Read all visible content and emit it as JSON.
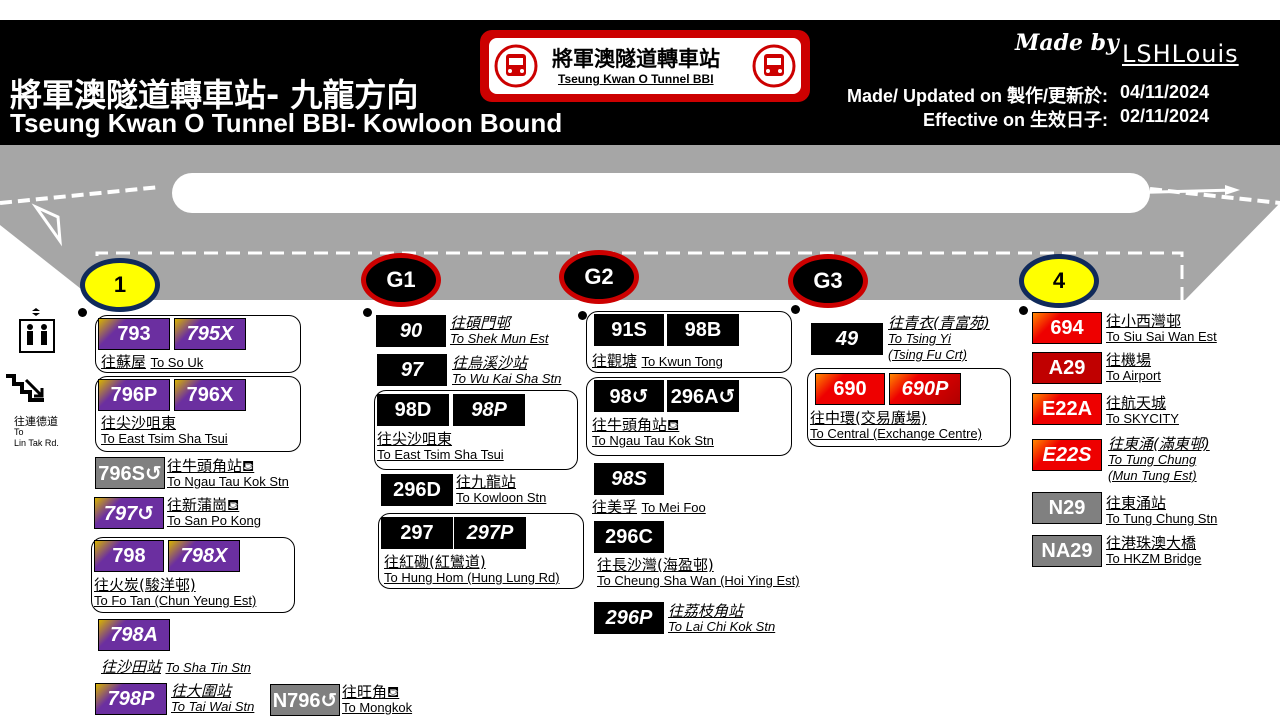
{
  "header": {
    "title_zh": "將軍澳隧道轉車站- 九龍方向",
    "title_en": "Tseung Kwan O Tunnel BBI- Kowloon Bound",
    "logo_zh": "將軍澳隧道轉車站",
    "logo_en": "Tseung Kwan O Tunnel BBI",
    "made_by": "Made by",
    "author": "LSHLouis",
    "made_label": "Made/ Updated on 製作/更新於:",
    "made_date": "04/11/2024",
    "effective_label": "Effective on 生效日子:",
    "effective_date": "02/11/2024"
  },
  "side": {
    "zh": "往連德道",
    "en1": "To",
    "en2": "Lin Tak Rd."
  },
  "stops": {
    "s1": "1",
    "g1": "G1",
    "g2": "G2",
    "g3": "G3",
    "s4": "4"
  },
  "col1": {
    "g1": {
      "r1": "793",
      "r2": "795X",
      "zh": "往蘇屋",
      "en": "To So Uk"
    },
    "g2": {
      "r1": "796P",
      "r2": "796X",
      "zh": "往尖沙咀東",
      "en": "To East Tsim Sha Tsui"
    },
    "r796s": {
      "route": "796S↺",
      "zh": "往牛頭角站⛾",
      "en": "To Ngau Tau Kok Stn"
    },
    "r797": {
      "route": "797↺",
      "zh": "往新蒲崗⛾",
      "en": "To San Po Kong"
    },
    "g3": {
      "r1": "798",
      "r2": "798X",
      "zh": "往火炭(駿洋邨)",
      "en": "To Fo Tan (Chun Yeung Est)"
    },
    "r798a": {
      "route": "798A",
      "zh": "往沙田站",
      "en": "To Sha Tin Stn"
    },
    "r798p": {
      "route": "798P",
      "zh": "往大圍站",
      "en": "To Tai Wai Stn"
    },
    "rn796": {
      "route": "N796↺",
      "zh": "往旺角⛾",
      "en": "To Mongkok"
    }
  },
  "colG1": {
    "r90": {
      "route": "90",
      "zh": "往碩門邨",
      "en": "To Shek Mun Est"
    },
    "r97": {
      "route": "97",
      "zh": "往烏溪沙站",
      "en": "To Wu Kai Sha Stn"
    },
    "g1": {
      "r1": "98D",
      "r2": "98P",
      "zh": "往尖沙咀東",
      "en": "To East Tsim Sha Tsui"
    },
    "r296d": {
      "route": "296D",
      "zh": "往九龍站",
      "en": "To Kowloon Stn"
    },
    "g2": {
      "r1": "297",
      "r2": "297P",
      "zh": "往紅磡(紅鸞道)",
      "en": "To Hung Hom (Hung Lung Rd)"
    }
  },
  "colG2": {
    "g1": {
      "r1": "91S",
      "r2": "98B",
      "zh": "往觀塘",
      "en": "To Kwun Tong"
    },
    "g2": {
      "r1": "98↺",
      "r2": "296A↺",
      "zh": "往牛頭角站⛾",
      "en": "To Ngau Tau Kok Stn"
    },
    "r98s": {
      "route": "98S",
      "zh": "往美孚",
      "en": "To Mei Foo"
    },
    "r296c": {
      "route": "296C",
      "zh": "往長沙灣(海盈邨)",
      "en": "To Cheung Sha Wan (Hoi Ying Est)"
    },
    "r296p": {
      "route": "296P",
      "zh": "往荔枝角站",
      "en": "To Lai Chi Kok Stn"
    }
  },
  "colG3": {
    "r49": {
      "route": "49",
      "zh": "往青衣(青富苑)",
      "en1": "To Tsing Yi",
      "en2": "(Tsing Fu Crt)"
    },
    "g1": {
      "r1": "690",
      "r2": "690P",
      "zh": "往中環(交易廣場)",
      "en": "To Central (Exchange Centre)"
    }
  },
  "col4": {
    "r694": {
      "route": "694",
      "zh": "往小西灣邨",
      "en": "To Siu Sai Wan Est"
    },
    "ra29": {
      "route": "A29",
      "zh": "往機場",
      "en": "To Airport"
    },
    "re22a": {
      "route": "E22A",
      "zh": "往航天城",
      "en": "To SKYCITY"
    },
    "re22s": {
      "route": "E22S",
      "zh": "往東涌(滿東邨)",
      "en1": "To Tung Chung",
      "en2": "(Mun Tung Est)"
    },
    "rn29": {
      "route": "N29",
      "zh": "往東涌站",
      "en": "To Tung Chung Stn"
    },
    "rna29": {
      "route": "NA29",
      "zh": "往港珠澳大橋",
      "en": "To HKZM Bridge"
    }
  },
  "colors": {
    "purple": "#6b2fa0",
    "red": "#ee0000",
    "dark_red": "#c00000",
    "grey": "#808080",
    "yellow": "#ffff00",
    "navy": "#102a5a"
  }
}
